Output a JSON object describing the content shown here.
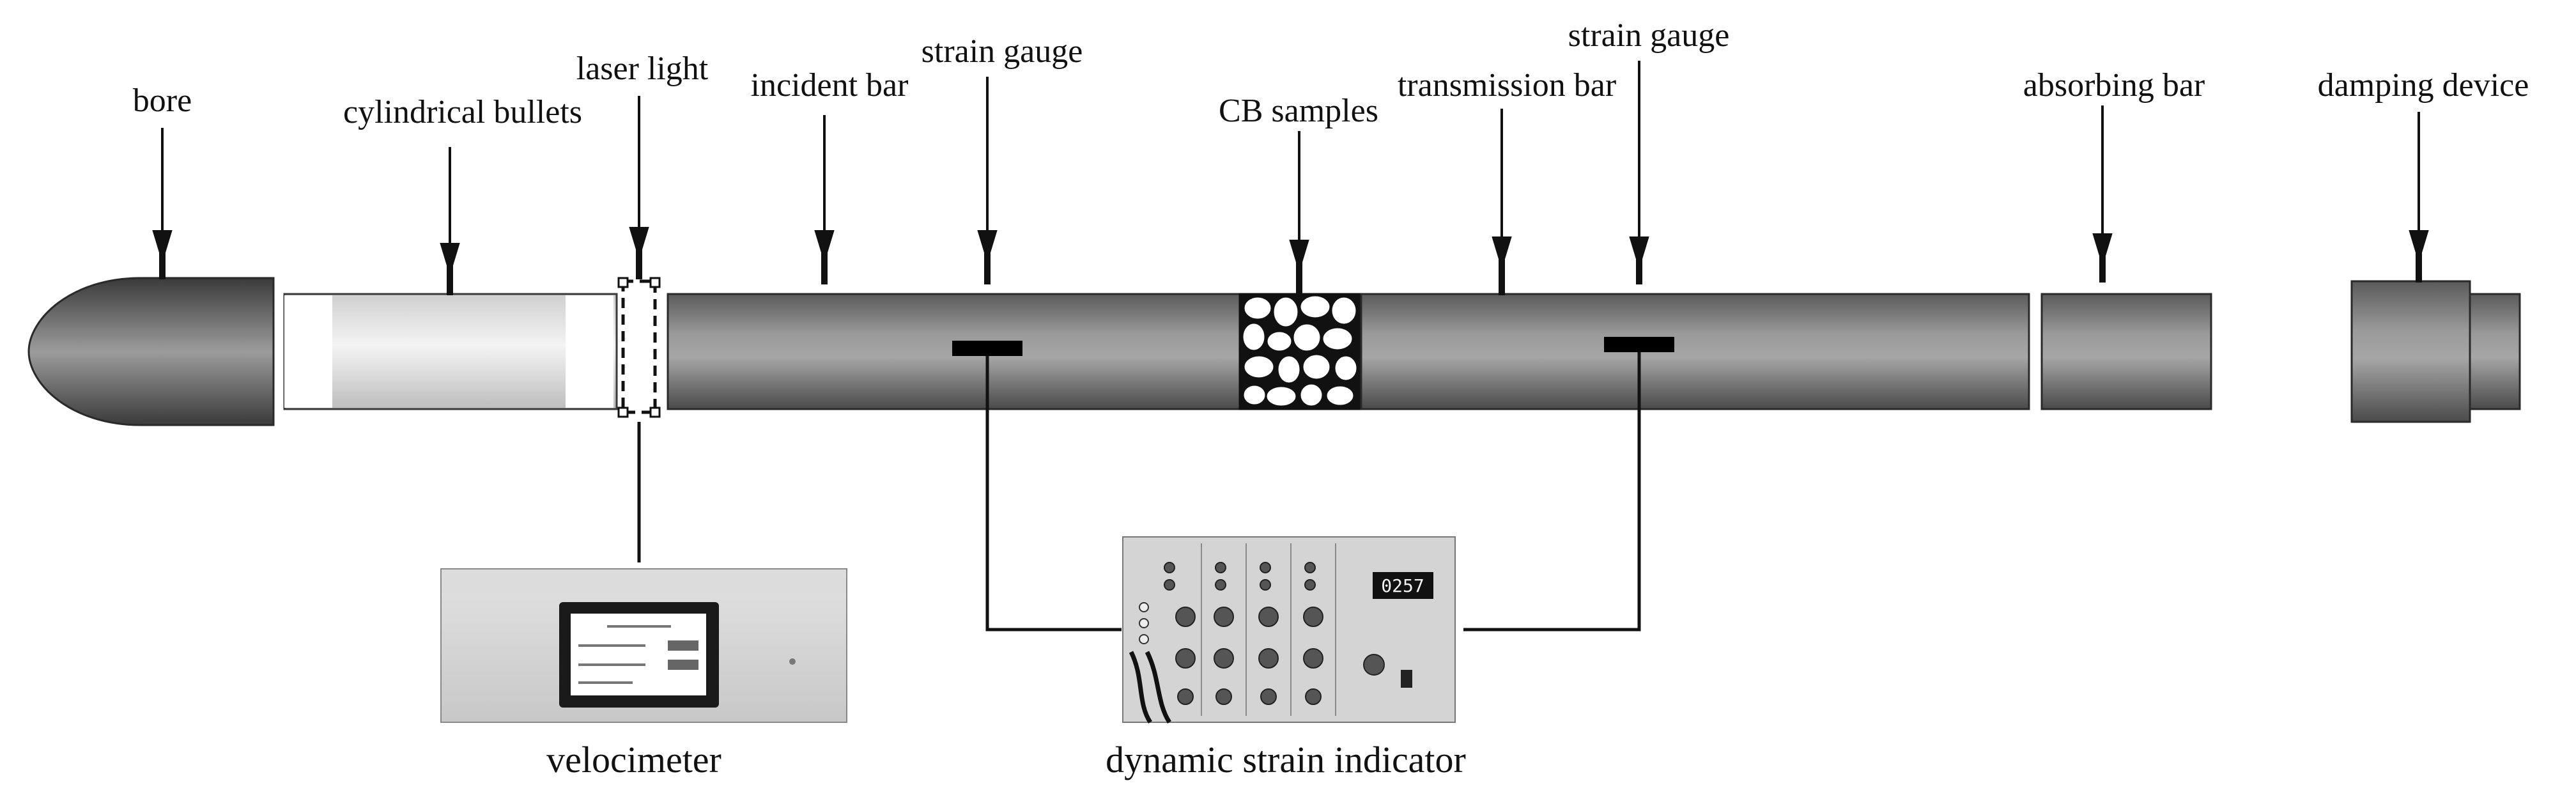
{
  "labels": {
    "bore": "bore",
    "cylindrical_bullets": "cylindrical bullets",
    "laser_light": "laser light",
    "incident_bar": "incident bar",
    "strain_gauge_1": "strain gauge",
    "cb_samples": "CB samples",
    "transmission_bar": "transmission bar",
    "strain_gauge_2": "strain gauge",
    "absorbing_bar": "absorbing bar",
    "damping_device": "damping device",
    "velocimeter": "velocimeter",
    "dynamic_strain_indicator": "dynamic strain indicator"
  },
  "strain_display": "0257"
}
